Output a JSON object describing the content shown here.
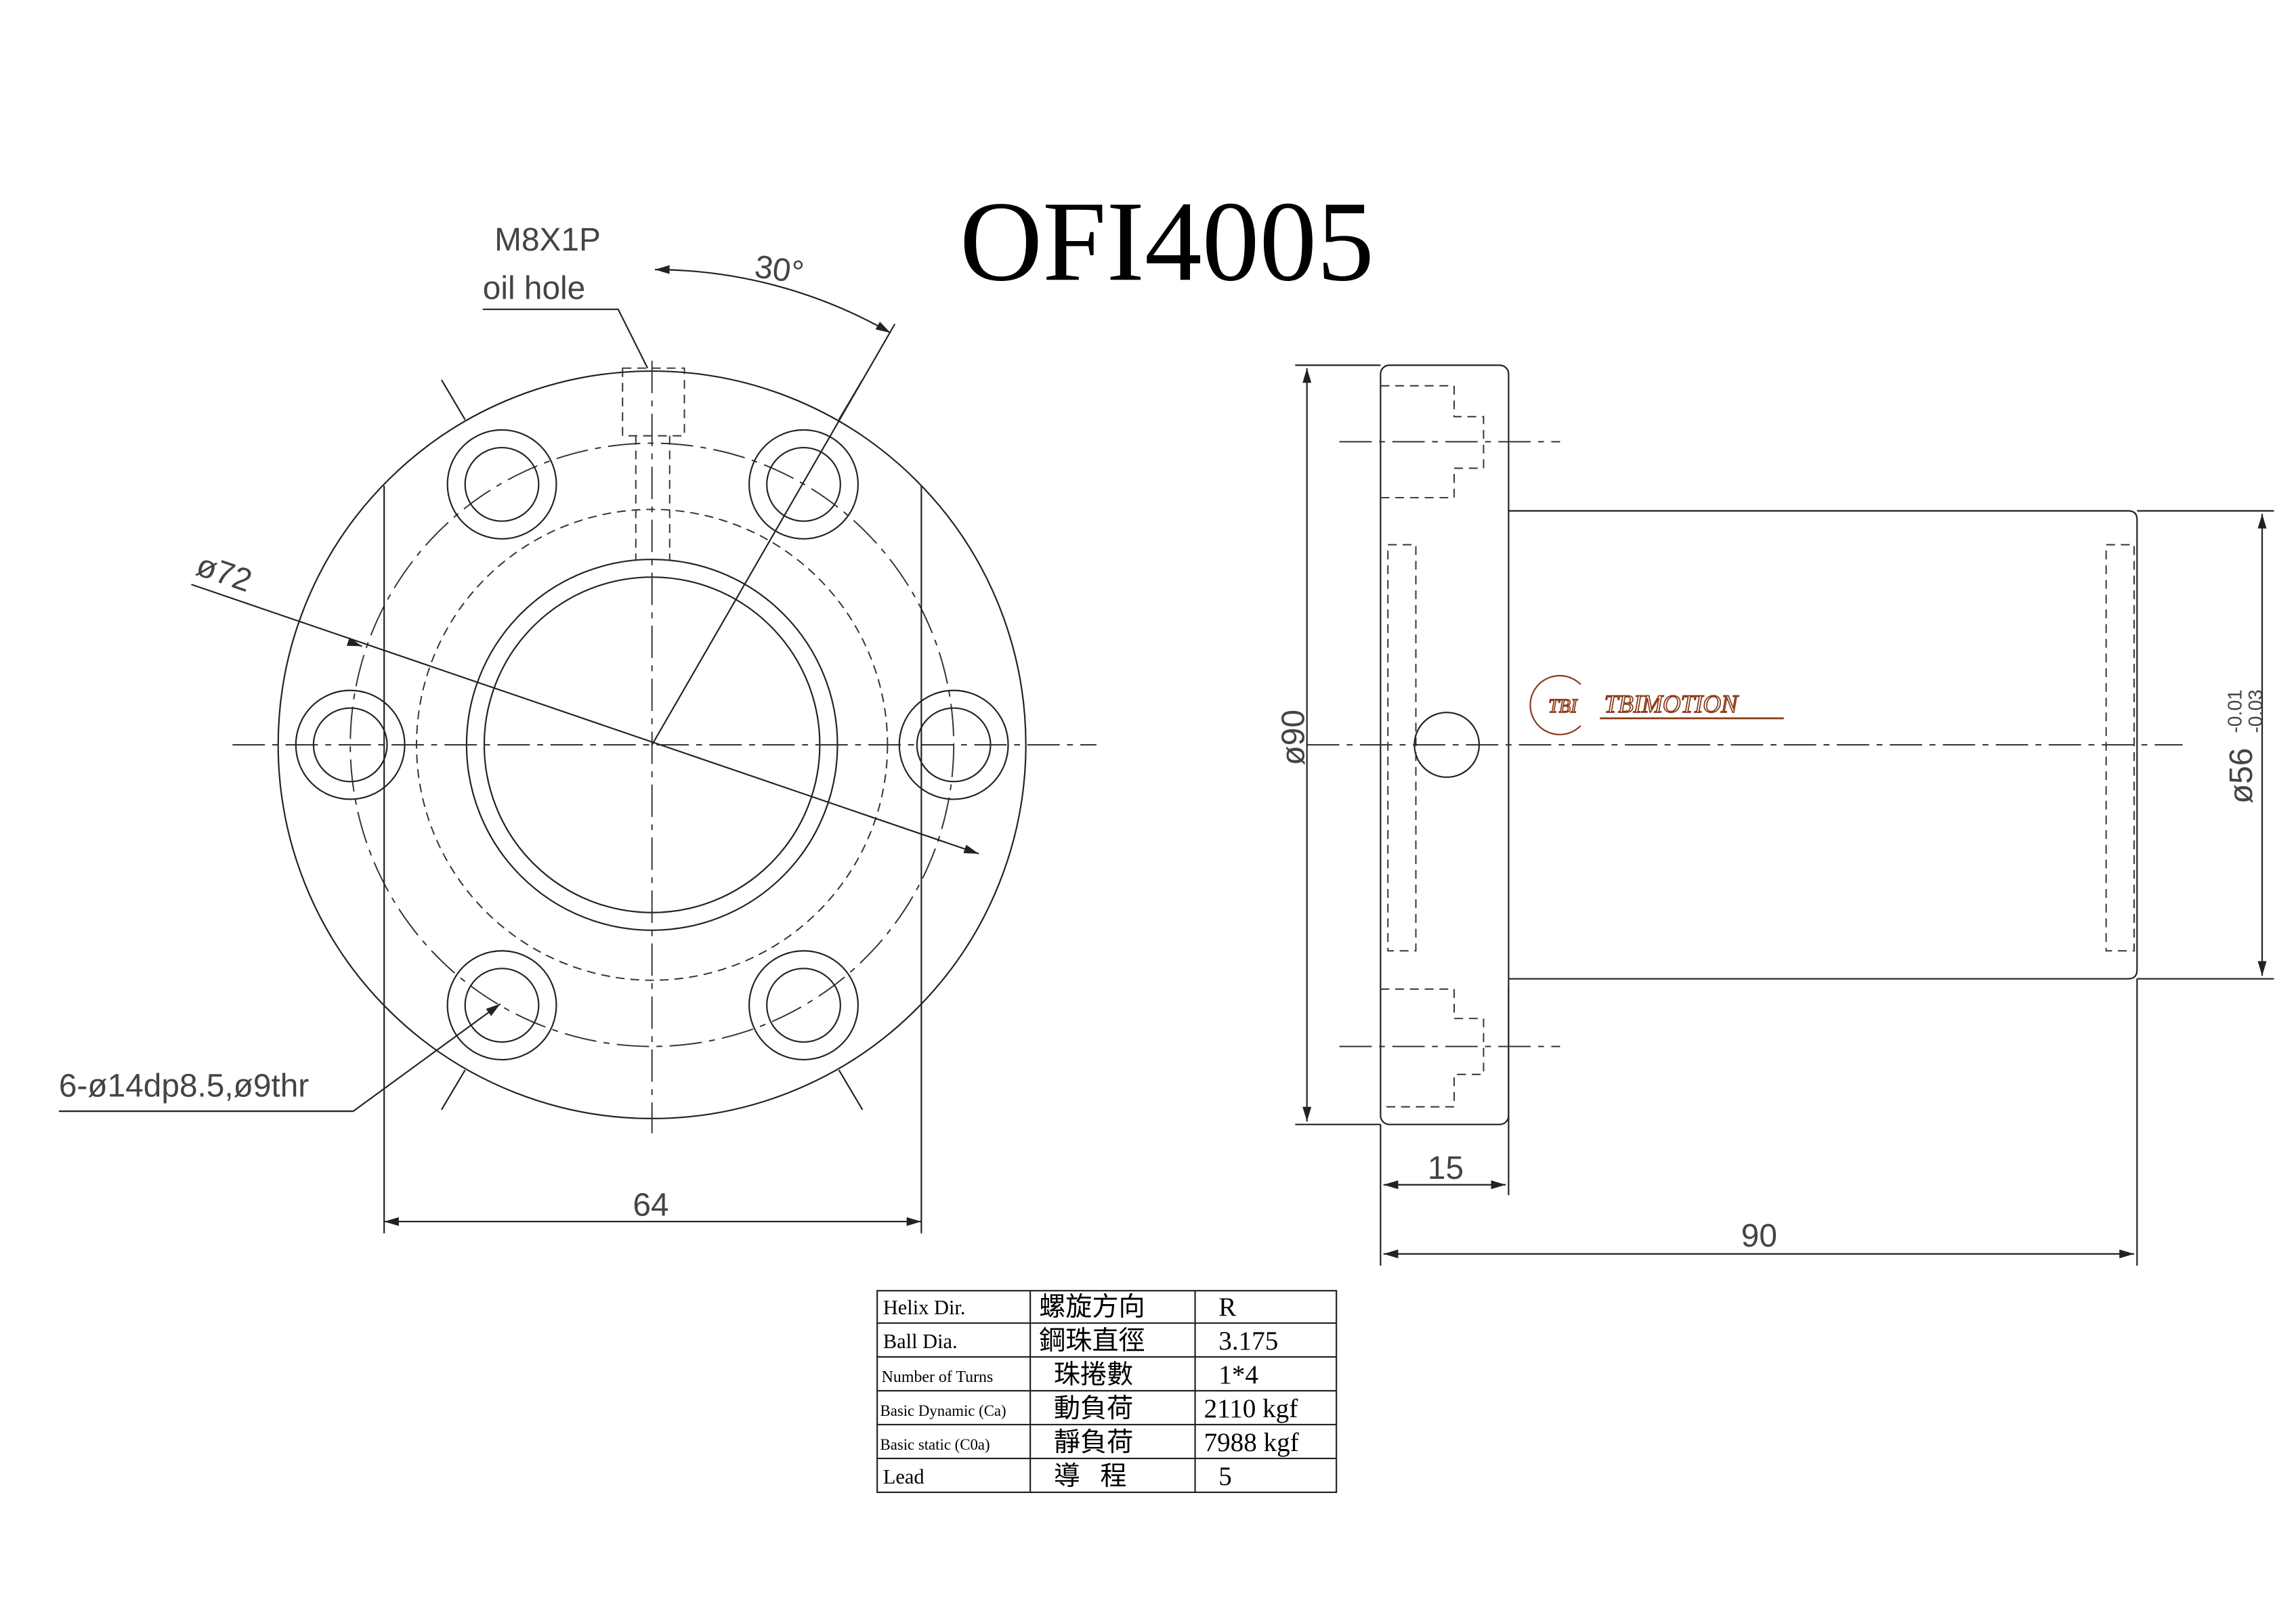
{
  "title": "OFI4005",
  "front_view": {
    "oil_hole_thread": "M8X1P",
    "oil_hole_label": "oil hole",
    "angle": "30°",
    "pcd_label": "ø72",
    "holes_label": "6-ø14dp8.5,ø9thr",
    "flat_width": "64"
  },
  "side_view": {
    "flange_dia": "ø90",
    "flange_thickness": "15",
    "length": "90",
    "body_dia": "ø56",
    "tol_upper": "-0.01",
    "tol_lower": "-0.03",
    "logo_mark": "TBI",
    "logo_text": "TBIMOTION",
    "logo_color": "#8a3a1a"
  },
  "spec_table": [
    {
      "en": "Helix  Dir.",
      "zh": "螺旋方向",
      "value": "R"
    },
    {
      "en": "Ball Dia.",
      "zh": "鋼珠直徑",
      "value": "3.175"
    },
    {
      "en": "Number of Turns",
      "zh": "珠捲數",
      "value": "1*4"
    },
    {
      "en": "Basic Dynamic (Ca)",
      "zh": "動負荷",
      "value": "2110 kgf"
    },
    {
      "en": "Basic static (C0a)",
      "zh": "靜負荷",
      "value": "7988 kgf"
    },
    {
      "en": "Lead",
      "zh": "導   程",
      "value": "5"
    }
  ]
}
